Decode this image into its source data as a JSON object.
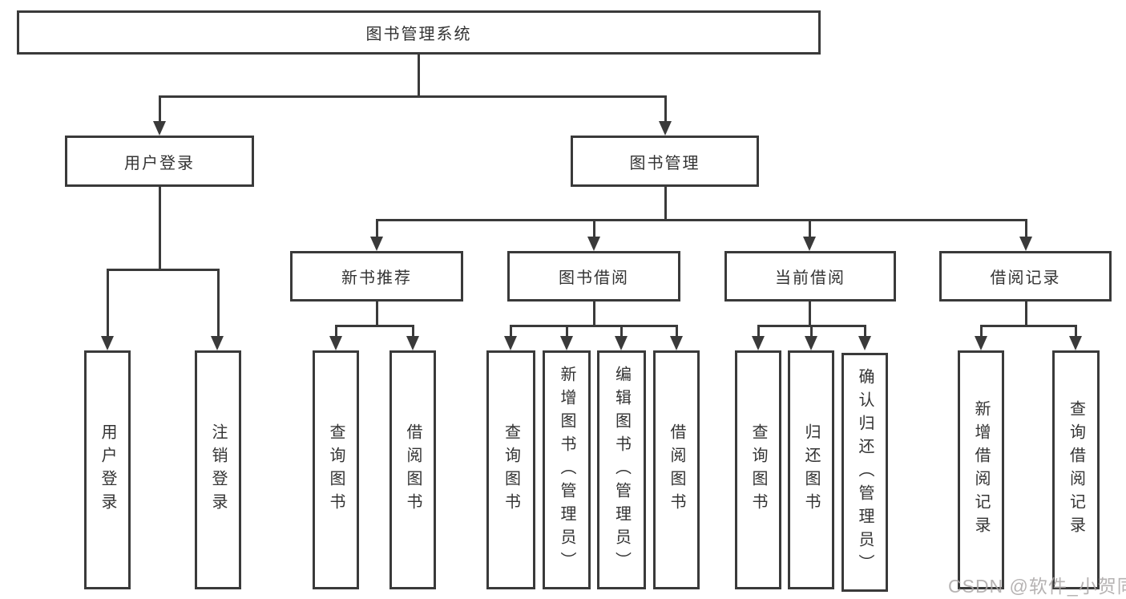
{
  "diagram": {
    "root": {
      "label": "图书管理系统"
    },
    "branches": [
      {
        "label": "用户登录",
        "children": [
          {
            "label": "用户登录"
          },
          {
            "label": "注销登录"
          }
        ]
      },
      {
        "label": "图书管理",
        "children": [
          {
            "label": "新书推荐",
            "children": [
              {
                "label": "查询图书"
              },
              {
                "label": "借阅图书"
              }
            ]
          },
          {
            "label": "图书借阅",
            "children": [
              {
                "label": "查询图书"
              },
              {
                "label": "新增图书（管理员）"
              },
              {
                "label": "编辑图书（管理员）"
              },
              {
                "label": "借阅图书"
              }
            ]
          },
          {
            "label": "当前借阅",
            "children": [
              {
                "label": "查询图书"
              },
              {
                "label": "归还图书"
              },
              {
                "label": "确认归还（管理员）"
              }
            ]
          },
          {
            "label": "借阅记录",
            "children": [
              {
                "label": "新增借阅记录"
              },
              {
                "label": "查询借阅记录"
              }
            ]
          }
        ]
      }
    ],
    "watermark": "CSDN @软件_小贺同学",
    "colors": {
      "line": "#3a3a3a",
      "text": "#333333",
      "background": "#ffffff",
      "watermark": "#aaa6a6"
    }
  }
}
